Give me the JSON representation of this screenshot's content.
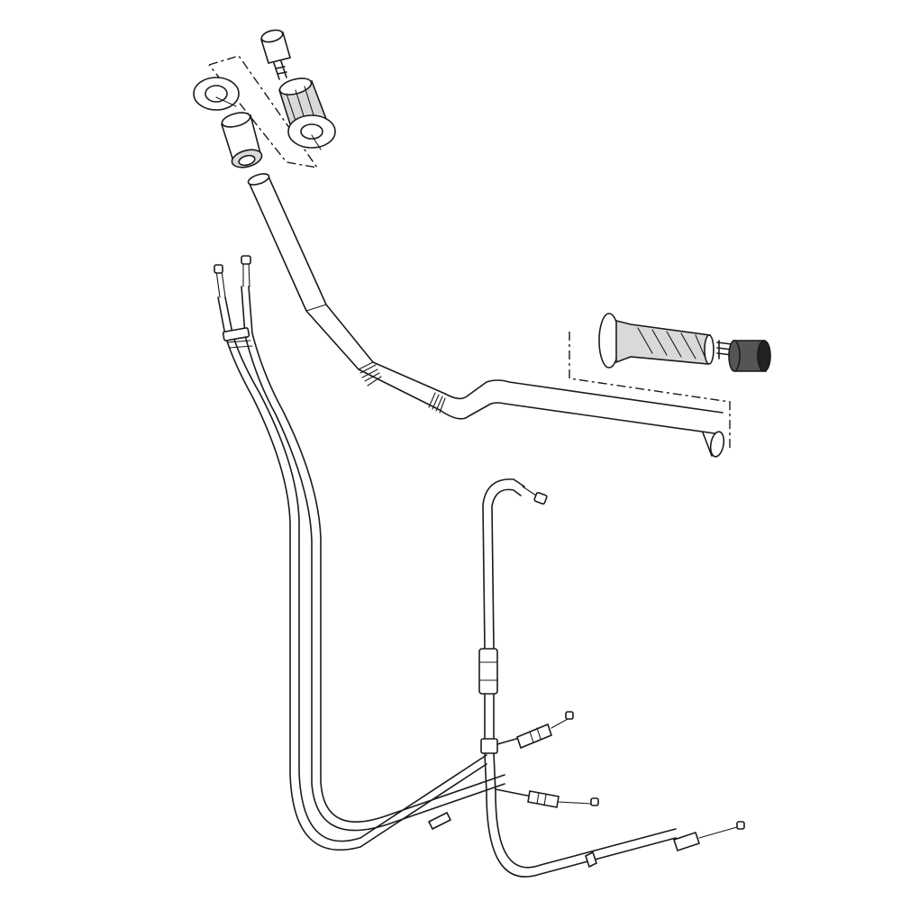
{
  "figure": {
    "kind": "exploded parts diagram",
    "parts": [
      {
        "id": "handlebar",
        "icon": "handlebar-icon"
      },
      {
        "id": "left-grip-assembly",
        "icon": "grip-icon"
      },
      {
        "id": "right-grip",
        "icon": "grip-icon"
      },
      {
        "id": "bar-end-weight",
        "icon": "bar-end-icon"
      },
      {
        "id": "clutch-cable-pair",
        "icon": "cable-icon"
      },
      {
        "id": "throttle-cable",
        "icon": "cable-icon"
      }
    ],
    "colors": {
      "line": "#1a1a1a",
      "shade": "#d9d9d9",
      "dark": "#555555",
      "background": "#ffffff"
    }
  }
}
